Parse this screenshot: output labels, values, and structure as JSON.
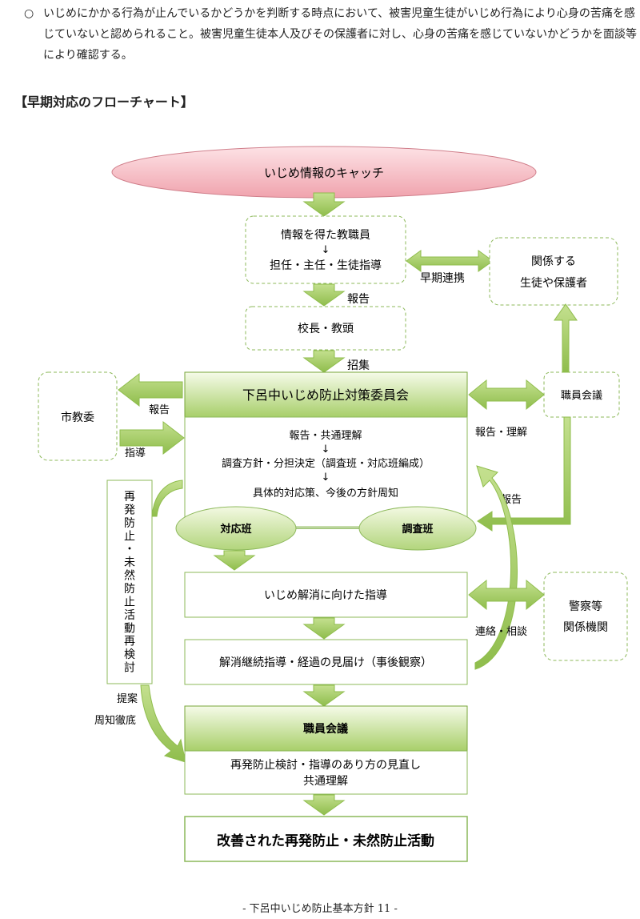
{
  "intro": {
    "bullet": "○",
    "text": "いじめにかかる行為が止んでいるかどうかを判断する時点において、被害児童生徒がいじめ行為により心身の苦痛を感じていないと認められること。被害児童生徒本人及びその保護者に対し、心身の苦痛を感じていないかどうかを面談等により確認する。"
  },
  "heading": "【早期対応のフローチャート】",
  "flow": {
    "catch": "いじめ情報のキャッチ",
    "teacher_line1": "情報を得た教職員",
    "arrow": "↓",
    "teacher_line2": "担任・主任・生徒指導",
    "related_line1": "関係する",
    "related_line2": "生徒や保護者",
    "early_link": "早期連携",
    "report": "報告",
    "principal": "校長・教頭",
    "convene": "招集",
    "committee": "下呂中いじめ防止対策委員会",
    "city_board": "市教委",
    "guidance": "指導",
    "staff_meeting": "職員会議",
    "report_understanding": "報告・理解",
    "committee_line1": "報告・共通理解",
    "committee_line2": "調査方針・分担決定（調査班・対応班編成）",
    "committee_line3": "具体的対応策、今後の方針周知",
    "response_team": "対応班",
    "investigation_team": "調査班",
    "vertical_label": "再発防止・未然防止活動再検討",
    "resolve_guidance": "いじめ解消に向けた指導",
    "police_line1": "警察等",
    "police_line2": "関係機関",
    "contact_consult": "連絡・相談",
    "continued_guidance": "解消継続指導・経過の見届け（事後観察）",
    "proposal": "提案",
    "notice": "周知徹底",
    "staff_meeting2": "職員会議",
    "review_line1": "再発防止検討・指導のあり方の見直し",
    "review_line2": "共通理解",
    "improved": "改善された再発防止・未然防止活動"
  },
  "colors": {
    "green_arrow": "#9ec65a",
    "green_dark": "#77a539",
    "green_light": "#e4f1c4",
    "pink": "#f2aeb6",
    "box_border": "#8cb85a"
  },
  "footer": "- 下呂中いじめ防止基本方針 11 -"
}
